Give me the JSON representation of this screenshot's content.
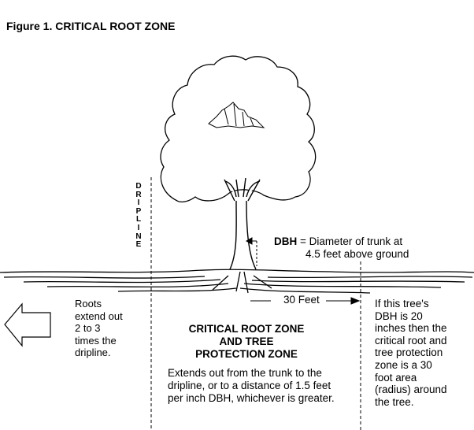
{
  "title": "Figure 1.  CRITICAL ROOT ZONE",
  "dripline_label": [
    "D",
    "R",
    "I",
    "P",
    "L",
    "I",
    "N",
    "E"
  ],
  "dbh": {
    "abbr": "DBH",
    "line1": " = Diameter of trunk at",
    "line2": "4.5 feet above ground"
  },
  "distance_label": "30 Feet",
  "roots_note": [
    "Roots",
    "extend out",
    "2 to 3",
    "times the",
    "dripline."
  ],
  "zone_heading": [
    "CRITICAL ROOT ZONE",
    "AND TREE",
    "PROTECTION ZONE"
  ],
  "zone_description": [
    "Extends out from the trunk to the",
    "dripline, or to a distance of 1.5 feet",
    "per inch DBH, whichever is greater."
  ],
  "example_note": [
    "If this tree's",
    "DBH is 20",
    "inches then the",
    "critical root and",
    "tree protection",
    "zone is a 30",
    "foot area",
    "(radius) around",
    "the tree."
  ]
}
